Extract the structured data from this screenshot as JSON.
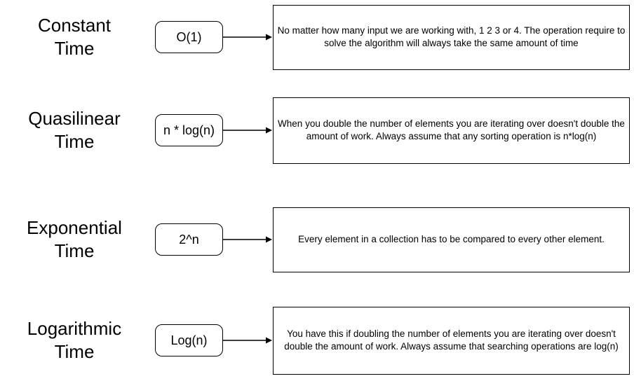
{
  "diagram": {
    "colors": {
      "stroke": "#000000",
      "background": "#ffffff",
      "text": "#000000"
    },
    "rows": [
      {
        "title_line1": "Constant",
        "title_line2": "Time",
        "notation": "O(1)",
        "description": "No matter how many input we are working with, 1 2 3 or 4. The operation require to solve the algorithm will always take the same amount of time"
      },
      {
        "title_line1": "Quasilinear",
        "title_line2": "Time",
        "notation": "n * log(n)",
        "description": "When you double the number of elements you are iterating over doesn't double the amount of work. Always assume that any sorting operation is n*log(n)"
      },
      {
        "title_line1": "Exponential",
        "title_line2": "Time",
        "notation": "2^n",
        "description": "Every element in a collection has to be compared to every other element."
      },
      {
        "title_line1": "Logarithmic",
        "title_line2": "Time",
        "notation": "Log(n)",
        "description": "You have this if doubling the number of elements you are iterating over doesn't double the amount of work. Always assume that searching operations are log(n)"
      }
    ]
  }
}
